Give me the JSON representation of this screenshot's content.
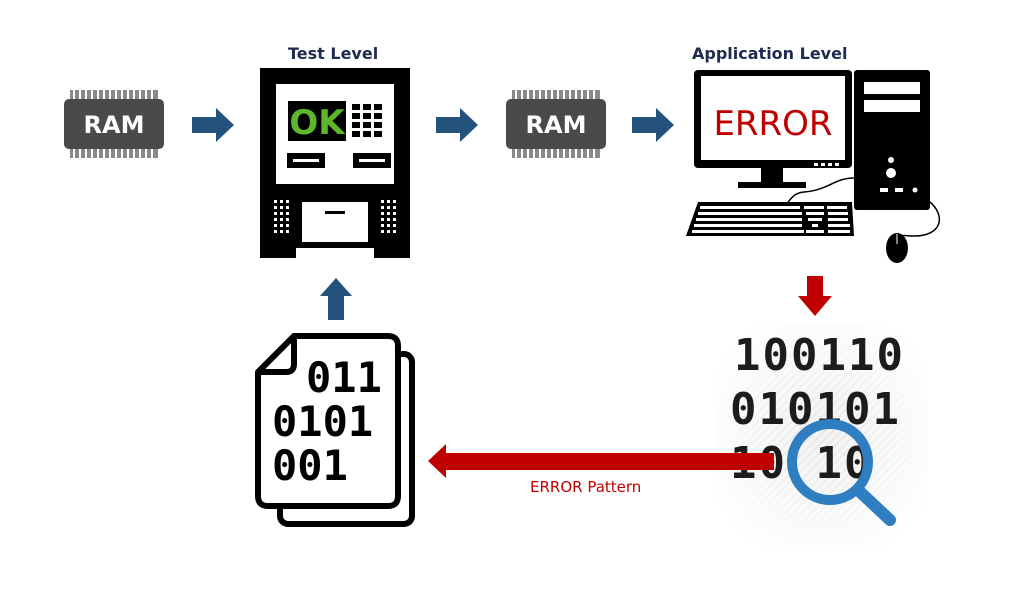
{
  "diagram": {
    "labels": {
      "test_level": "Test Level",
      "application_level": "Application Level",
      "error_pattern": "ERROR Pattern"
    },
    "ram_chip_1": "RAM",
    "ram_chip_2": "RAM",
    "tester_screen": "OK",
    "monitor_screen": "ERROR",
    "document_binary": [
      "011",
      "0101",
      "001"
    ],
    "analysis_binary": [
      "100110",
      "010101",
      "10 10"
    ],
    "colors": {
      "flow_arrow": "#23527c",
      "error_arrow": "#c00000",
      "ok_green": "#5cb82a",
      "error_red": "#c00000",
      "magnifier_blue": "#2f7ec2",
      "label_navy": "#1f2a4f",
      "chip_dark": "#4a4a4a"
    },
    "icons": [
      "ram-chip-icon",
      "arrow-right-icon",
      "test-machine-icon",
      "desktop-computer-icon",
      "arrow-down-icon",
      "binary-magnifier-icon",
      "arrow-left-icon",
      "binary-document-icon",
      "arrow-up-icon"
    ]
  }
}
